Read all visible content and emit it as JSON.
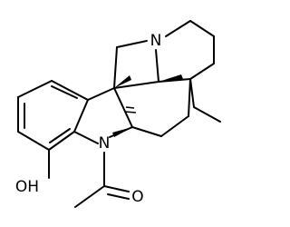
{
  "molecule": {
    "atom_labels": {
      "n_bridge": "N",
      "n_indoline": "N",
      "hydroxyl": "OH",
      "carbonyl_o": "O"
    },
    "bond_color": "#000000",
    "label_color": "#000000",
    "background": "#ffffff"
  }
}
